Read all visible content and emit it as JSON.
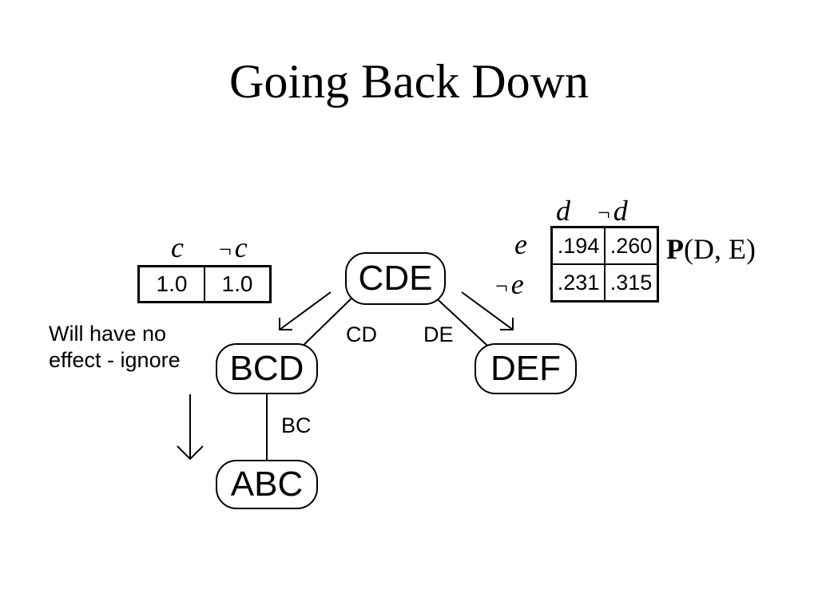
{
  "title": "Going Back Down",
  "nodes": {
    "cde": "CDE",
    "bcd": "BCD",
    "def": "DEF",
    "abc": "ABC"
  },
  "separators": {
    "cd": "CD",
    "de": "DE",
    "bc": "BC"
  },
  "note": {
    "line1": "Will have no",
    "line2": "effect - ignore"
  },
  "c_table": {
    "header": {
      "pos": "c",
      "neg_symbol": "¬",
      "neg": "c"
    },
    "values": [
      "1.0",
      "1.0"
    ]
  },
  "de_table": {
    "col_headers": {
      "pos": "d",
      "neg_symbol": "¬",
      "neg": "d"
    },
    "row_headers": {
      "pos": "e",
      "neg_symbol": "¬",
      "neg": "e"
    },
    "rows": [
      [
        ".194",
        ".260"
      ],
      [
        ".231",
        ".315"
      ]
    ],
    "label": {
      "bold": "P",
      "rest": "(D, E)"
    }
  }
}
